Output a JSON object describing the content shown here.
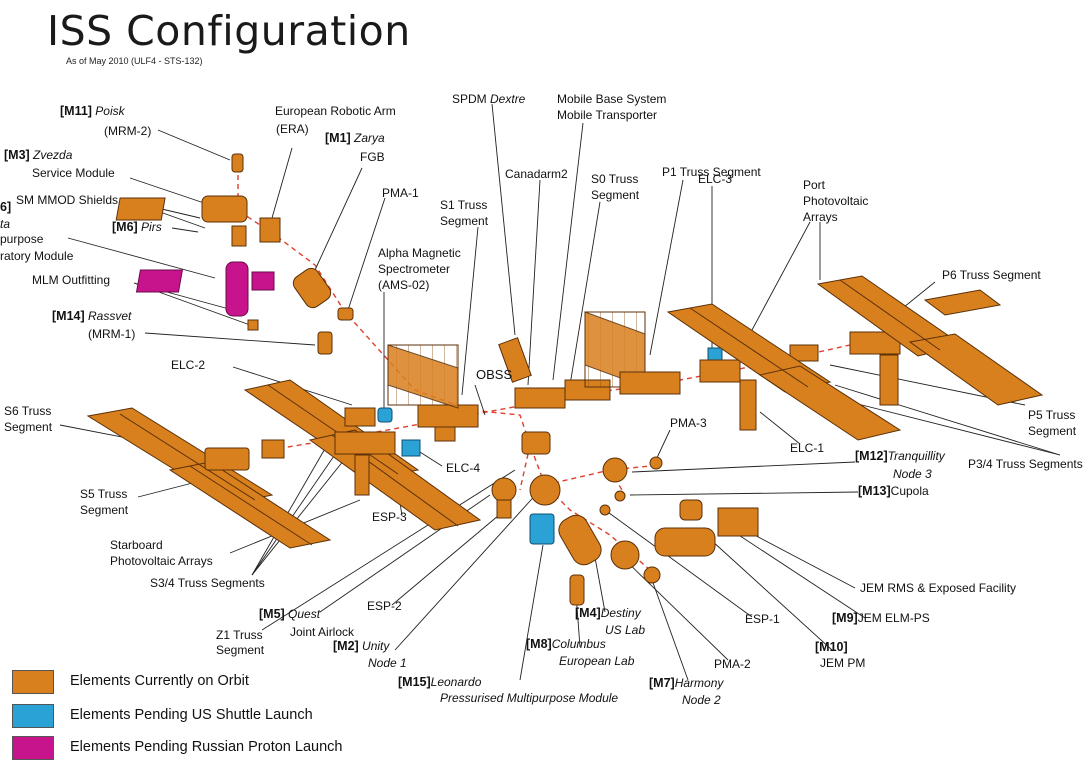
{
  "title": "ISS Configuration",
  "subtitle": "As of May 2010 (ULF4 - STS-132)",
  "colors": {
    "on_orbit": "#d9801e",
    "pending_us": "#2aa2d6",
    "pending_russian": "#c8148c",
    "link": "#e0402c"
  },
  "labels": {
    "m11_code": "[M11]",
    "m11_name": "Poisk",
    "m11_sub": "(MRM-2)",
    "era_1": "European Robotic Arm",
    "era_2": "(ERA)",
    "m1_code": "[M1]",
    "m1_name": "Zarya",
    "m1_sub": "FGB",
    "m3_code": "[M3]",
    "m3_name": "Zvezda",
    "m3_sub": "Service Module",
    "smmod": "SM MMOD Shields",
    "m6_code": "[M6]",
    "m6_name": "Pirs",
    "m16_code": "6]",
    "m16_a": "ta",
    "m16_b": "purpose",
    "m16_c": "ratory Module",
    "mlm": "MLM Outfitting",
    "m14_code": "[M14]",
    "m14_name": "Rassvet",
    "m14_sub": "(MRM-1)",
    "pma1": "PMA-1",
    "ams_1": "Alpha Magnetic",
    "ams_2": "Spectrometer",
    "ams_3": "(AMS-02)",
    "s1_1": "S1 Truss",
    "s1_2": "Segment",
    "spdm": "SPDM",
    "spdm_name": "Dextre",
    "canadarm": "Canadarm2",
    "mbs_1": "Mobile Base System",
    "mbs_2": "Mobile Transporter",
    "s0_1": "S0 Truss",
    "s0_2": "Segment",
    "p1": "P1 Truss Segment",
    "port_1": "Port",
    "port_2": "Photovoltaic",
    "port_3": "Arrays",
    "elc3": "ELC-3",
    "p6": "P6 Truss Segment",
    "elc2": "ELC-2",
    "obss": "OBSS",
    "s6_1": "S6 Truss",
    "s6_2": "Segment",
    "elc4": "ELC-4",
    "pma3": "PMA-3",
    "elc1": "ELC-1",
    "p5_1": "P5 Truss",
    "p5_2": "Segment",
    "p34": "P3/4 Truss Segments",
    "m12_code": "[M12]",
    "m12_name": "Tranquillity",
    "m12_sub": "Node 3",
    "m13_code": "[M13]",
    "m13_name": "Cupola",
    "s5_1": "S5 Truss",
    "s5_2": "Segment",
    "esp3": "ESP-3",
    "sb_1": "Starboard",
    "sb_2": "Photovoltaic Arrays",
    "s34": "S3/4 Truss Segments",
    "jemrms": "JEM RMS & Exposed Facility",
    "m9_code": "[M9]",
    "m9_name": "JEM ELM-PS",
    "m5_code": "[M5]",
    "m5_name": "Quest",
    "m5_sub": "Joint Airlock",
    "esp2": "ESP-2",
    "m4_code": "[M4]",
    "m4_name": "Destiny",
    "m4_sub": "US Lab",
    "esp1": "ESP-1",
    "m10_code": "[M10]",
    "m10_name": "JEM PM",
    "z1_1": "Z1 Truss",
    "z1_2": "Segment",
    "m2_code": "[M2]",
    "m2_name": "Unity",
    "m2_sub": "Node 1",
    "m8_code": "[M8]",
    "m8_name": "Columbus",
    "m8_sub": "European Lab",
    "pma2": "PMA-2",
    "m15_code": "[M15]",
    "m15_name": "Leonardo",
    "m15_sub": "Pressurised Multipurpose Module",
    "m7_code": "[M7]",
    "m7_name": "Harmony",
    "m7_sub": "Node 2"
  },
  "legend": [
    {
      "label": "Elements Currently on Orbit",
      "color": "#d9801e"
    },
    {
      "label": "Elements Pending US Shuttle Launch",
      "color": "#2aa2d6"
    },
    {
      "label": "Elements Pending Russian Proton Launch",
      "color": "#c8148c"
    }
  ]
}
